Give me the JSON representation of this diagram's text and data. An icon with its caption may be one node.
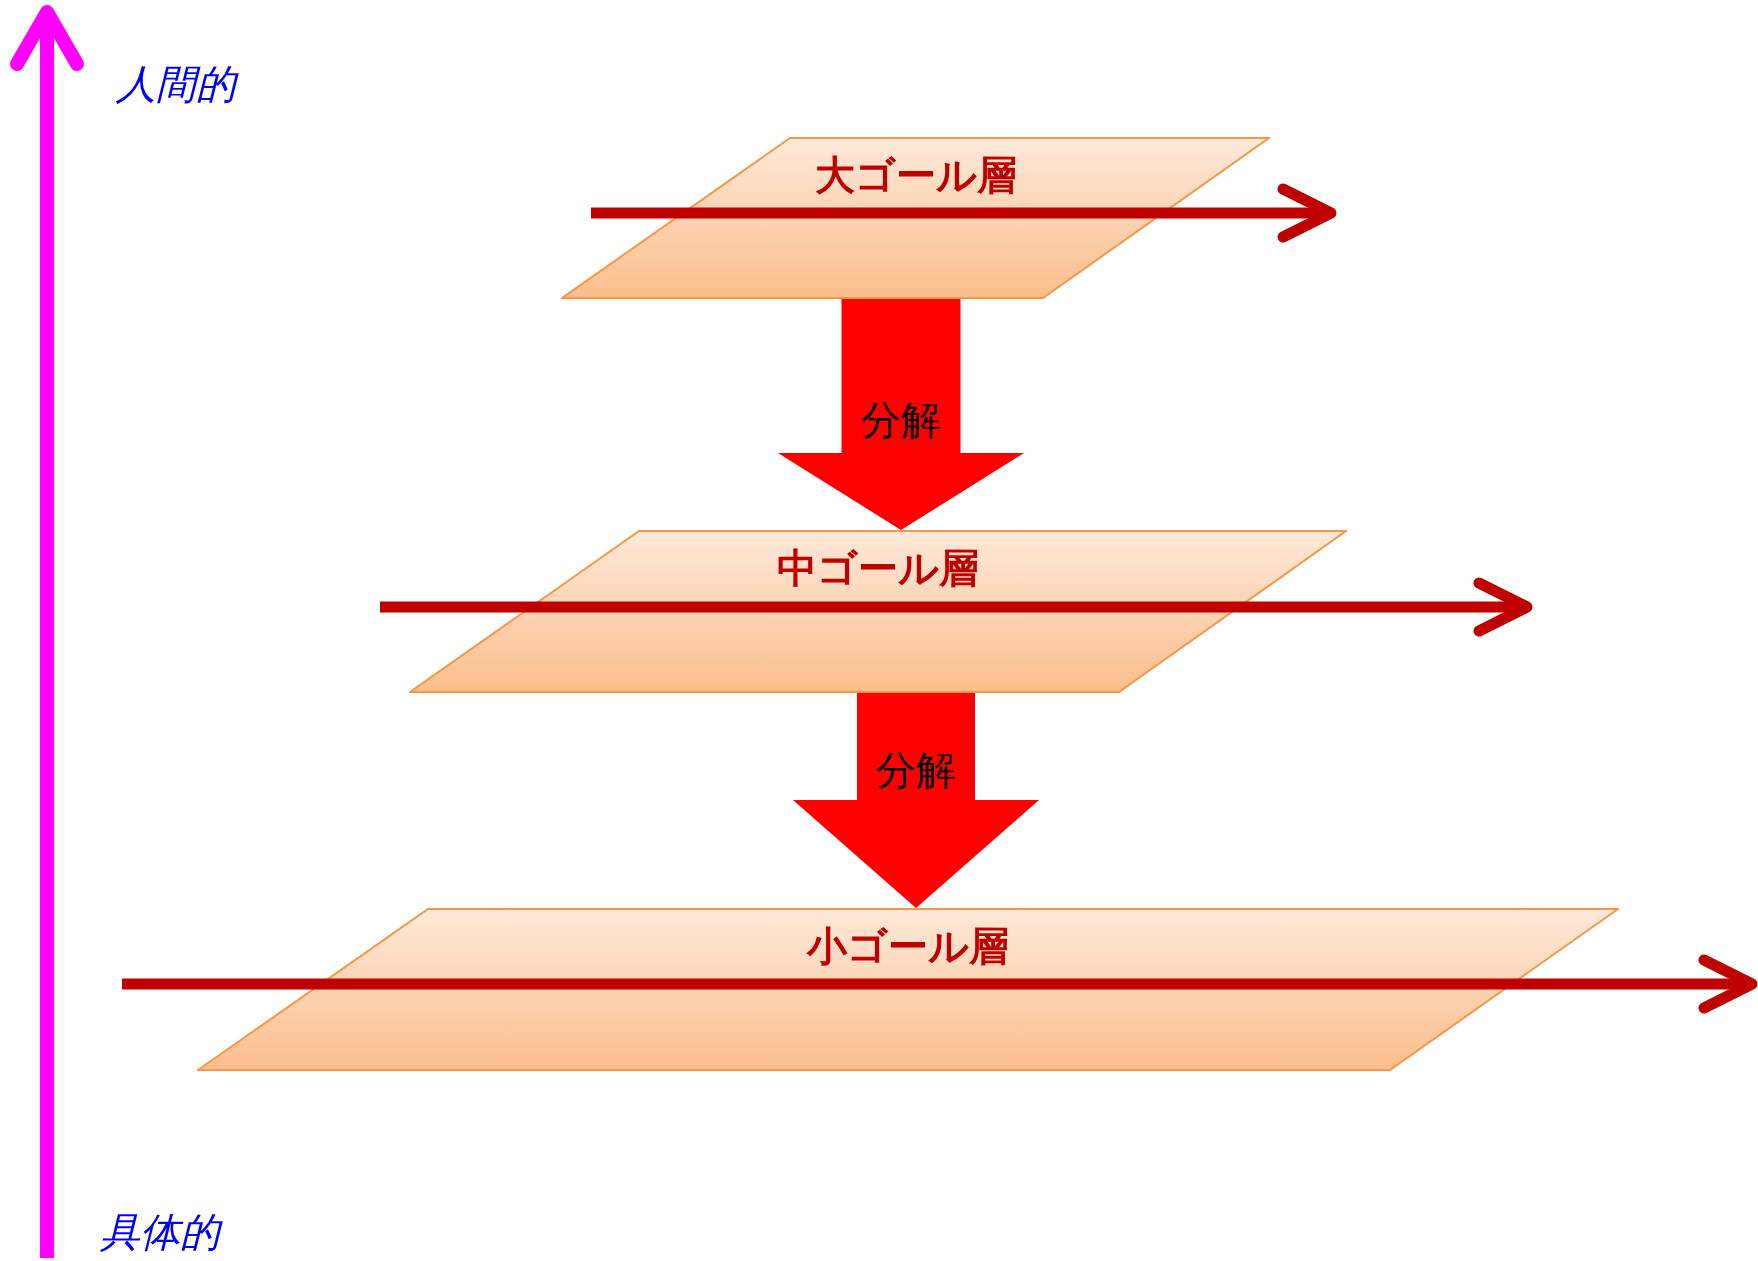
{
  "diagram": {
    "nodes": [
      {
        "text": [
          "大ゴール層"
        ]
      },
      {
        "text": [
          "中ゴール層"
        ]
      },
      {
        "text": [
          "小ゴール層"
        ]
      }
    ],
    "edges": [
      {
        "from": 0,
        "to": 1,
        "arrow": "to",
        "label": "分解"
      },
      {
        "from": 1,
        "to": 2,
        "arrow": "to",
        "label": "分解"
      }
    ],
    "labels": [
      "人間的",
      "具体的"
    ]
  }
}
